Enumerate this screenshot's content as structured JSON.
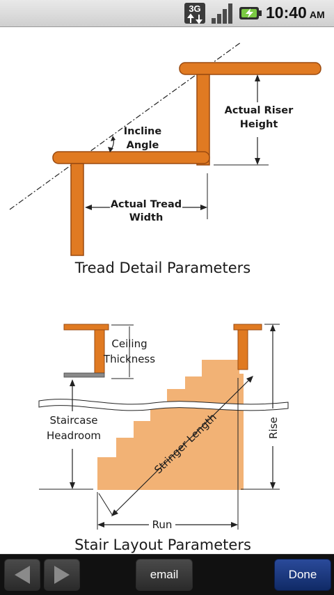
{
  "status_bar": {
    "network_label": "3G",
    "time": "10:40",
    "ampm": "AM",
    "icons": [
      "3g-data-icon",
      "signal-icon",
      "battery-charging-icon"
    ]
  },
  "tread_diagram": {
    "incline_line1": "Incline",
    "incline_line2": "Angle",
    "riser_line1": "Actual Riser",
    "riser_line2": "Height",
    "tread_line1": "Actual Tread",
    "tread_line2": "Width",
    "caption": "Tread Detail Parameters"
  },
  "stair_diagram": {
    "ceiling_line1": "Ceiling",
    "ceiling_line2": "Thickness",
    "headroom_line1": "Staircase",
    "headroom_line2": "Headroom",
    "stringer": "Stringer Length",
    "rise": "Rise",
    "run": "Run",
    "caption": "Stair Layout Parameters"
  },
  "toolbar": {
    "email_label": "email",
    "done_label": "Done",
    "back_icon": "back-arrow-icon",
    "forward_icon": "forward-arrow-icon"
  },
  "colors": {
    "wood": "#e07a22",
    "wood_dark": "#9a4a10",
    "stair_fill": "#f2b275",
    "done_button": "#1c3a80"
  }
}
